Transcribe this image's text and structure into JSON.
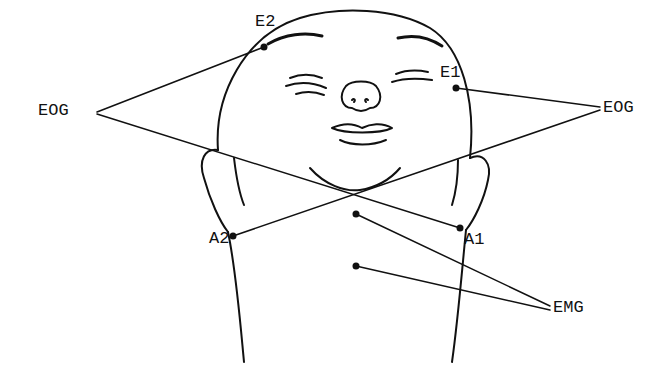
{
  "diagram": {
    "labels": [
      "E2",
      "E1",
      "EOG",
      "EOG",
      "A2",
      "A1",
      "EMG"
    ]
  }
}
